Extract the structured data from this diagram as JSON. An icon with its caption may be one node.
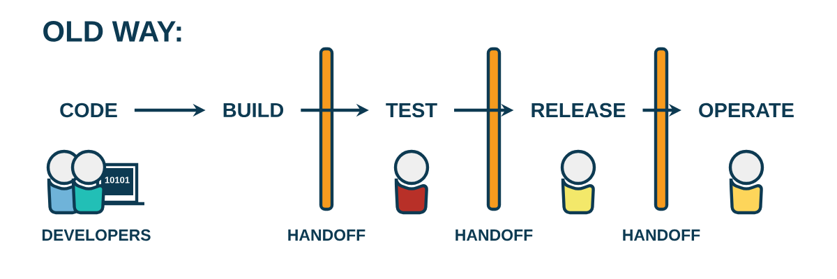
{
  "diagram": {
    "title": "OLD WAY:",
    "nodes": [
      {
        "text": [
          "CODE"
        ]
      },
      {
        "text": [
          "BUILD"
        ]
      },
      {
        "text": [
          "TEST"
        ]
      },
      {
        "text": [
          "RELEASE"
        ]
      },
      {
        "text": [
          "OPERATE"
        ]
      }
    ],
    "edges": [
      {
        "from": 0,
        "to": 1,
        "arrow": "to"
      },
      {
        "from": 1,
        "to": 2,
        "arrow": "to"
      },
      {
        "from": 2,
        "to": 3,
        "arrow": "to"
      },
      {
        "from": 3,
        "to": 4,
        "arrow": "to"
      }
    ],
    "labels": [
      "10101",
      "DEVELOPERS",
      "HANDOFF",
      "HANDOFF",
      "HANDOFF"
    ]
  }
}
